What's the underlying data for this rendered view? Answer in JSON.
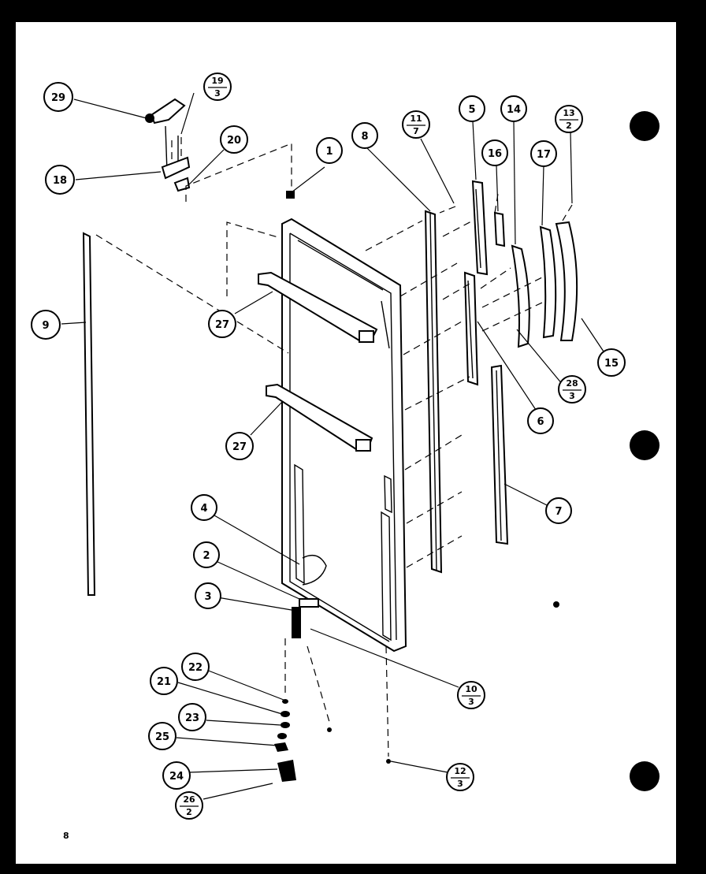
{
  "page_number": "8",
  "callouts": [
    {
      "id": "c1",
      "label": "1"
    },
    {
      "id": "c2",
      "label": "2"
    },
    {
      "id": "c3",
      "label": "3"
    },
    {
      "id": "c4",
      "label": "4"
    },
    {
      "id": "c5",
      "label": "5"
    },
    {
      "id": "c6",
      "label": "6"
    },
    {
      "id": "c7",
      "label": "7"
    },
    {
      "id": "c8",
      "label": "8"
    },
    {
      "id": "c9",
      "label": "9"
    },
    {
      "id": "c14",
      "label": "14"
    },
    {
      "id": "c15",
      "label": "15"
    },
    {
      "id": "c16",
      "label": "16"
    },
    {
      "id": "c17",
      "label": "17"
    },
    {
      "id": "c18",
      "label": "18"
    },
    {
      "id": "c20",
      "label": "20"
    },
    {
      "id": "c21",
      "label": "21"
    },
    {
      "id": "c22",
      "label": "22"
    },
    {
      "id": "c23",
      "label": "23"
    },
    {
      "id": "c24",
      "label": "24"
    },
    {
      "id": "c25",
      "label": "25"
    },
    {
      "id": "c27a",
      "label": "27"
    },
    {
      "id": "c27b",
      "label": "27"
    },
    {
      "id": "c29",
      "label": "29"
    }
  ],
  "fraction_callouts": [
    {
      "id": "f19",
      "top": "19",
      "bottom": "3"
    },
    {
      "id": "f11",
      "top": "11",
      "bottom": "7"
    },
    {
      "id": "f13",
      "top": "13",
      "bottom": "2"
    },
    {
      "id": "f28",
      "top": "28",
      "bottom": "3"
    },
    {
      "id": "f10",
      "top": "10",
      "bottom": "3"
    },
    {
      "id": "f12",
      "top": "12",
      "bottom": "3"
    },
    {
      "id": "f26",
      "top": "26",
      "bottom": "2"
    }
  ]
}
